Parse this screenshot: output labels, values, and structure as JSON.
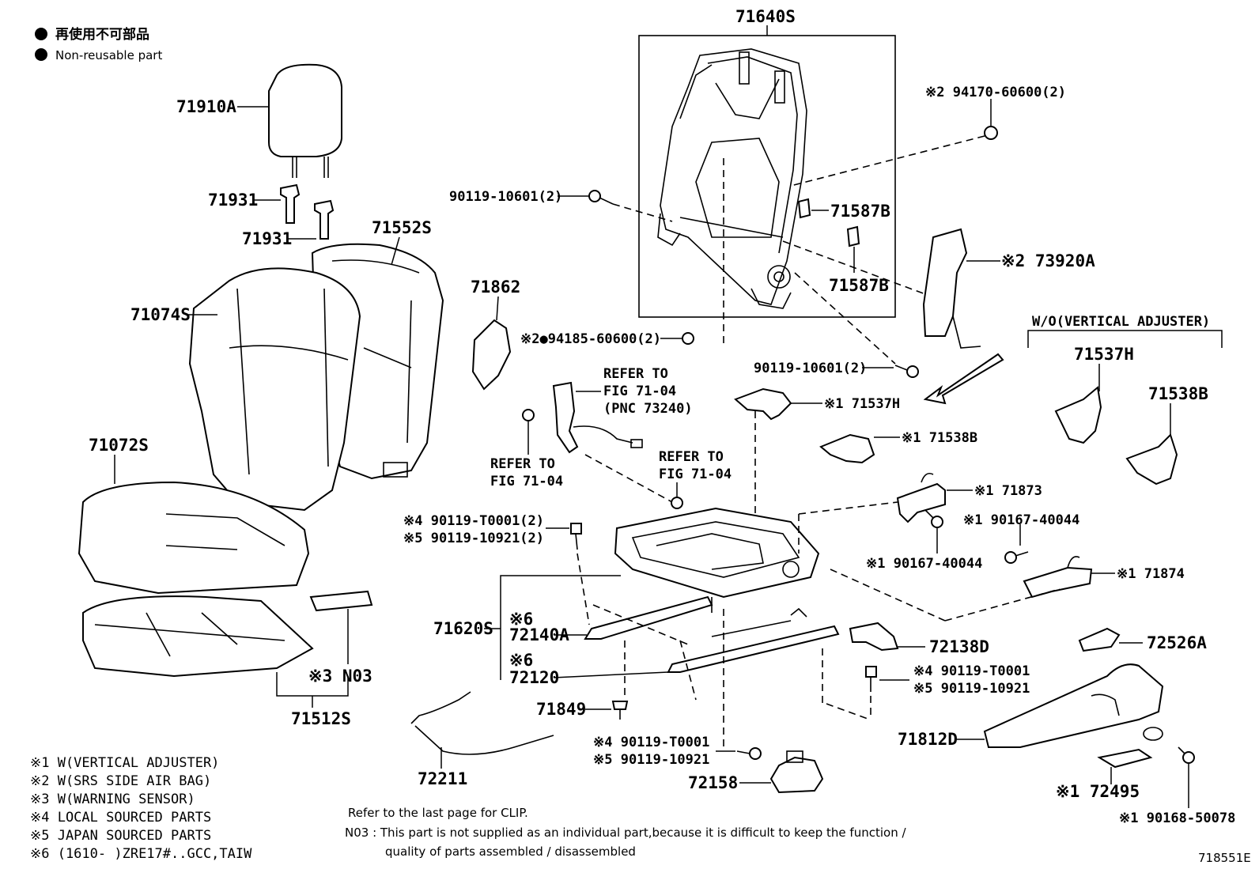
{
  "legend_top": {
    "line1": "再使用不可部品",
    "line2": "Non-reusable part"
  },
  "parts": {
    "p71640S": "71640S",
    "p71910A": "71910A",
    "p71931a": "71931",
    "p71931b": "71931",
    "p71552S": "71552S",
    "p71074S": "71074S",
    "p71072S": "71072S",
    "p71862": "71862",
    "p90119_10601a": "90119-10601(2)",
    "p94170_60600": "※2 94170-60600(2)",
    "p71587Ba": "71587B",
    "p71587Bb": "71587B",
    "p73920A": "※2 73920A",
    "p94185_60600": "※2●94185-60600(2)",
    "p90119_10601b": "90119-10601(2)",
    "p71537H_star": "※1 71537H",
    "p71538B_star": "※1 71538B",
    "p71873": "※1  71873",
    "p90167_40044a": "※1 90167-40044",
    "p90167_40044b": "※1 90167-40044",
    "p71874": "※1 71874",
    "p71537H": "71537H",
    "p71538B": "71538B",
    "p90119_T0001a": "※4 90119-T0001(2)",
    "p90119_10921a": "※5 90119-10921(2)",
    "p71620S": "71620S",
    "p6a": "※6",
    "p72140A": "72140A",
    "p6b": "※6",
    "p72120": "72120",
    "p72138D": "72138D",
    "p72526A": "72526A",
    "p90119_T0001b": "※4  90119-T0001",
    "p90119_10921b": "※5  90119-10921",
    "p71849": "71849",
    "p90119_T0001c": "※4 90119-T0001",
    "p90119_10921c": "※5 90119-10921",
    "p72158": "72158",
    "p71812D": "71812D",
    "p72495": "※1 72495",
    "p90168_50078": "※1 90168-50078",
    "p72211": "72211",
    "pN03": "※3 N03",
    "p71512S": "71512S"
  },
  "refer": {
    "r1_line1": "REFER TO",
    "r1_line2": "FIG 71-04",
    "r1_line3": "(PNC 73240)",
    "r2_line1": "REFER TO",
    "r2_line2": "FIG 71-04",
    "r3_line1": "REFER TO",
    "r3_line2": "FIG 71-04"
  },
  "wo_label": "W/O(VERTICAL  ADJUSTER)",
  "notes": [
    "※1  W(VERTICAL  ADJUSTER)",
    "※2  W(SRS  SIDE  AIR  BAG)",
    "※3  W(WARNING  SENSOR)",
    "※4  LOCAL  SOURCED  PARTS",
    "※5  JAPAN  SOURCED  PARTS",
    "※6  (1610-      )ZRE17#..GCC,TAIW"
  ],
  "footer": {
    "clip": "Refer to the last page for CLIP.",
    "n03_line1": "N03 : This part is not supplied as an individual part,because it is difficult to keep the function /",
    "n03_line2": "quality of parts assembled / disassembled",
    "figure_id": "718551E"
  }
}
